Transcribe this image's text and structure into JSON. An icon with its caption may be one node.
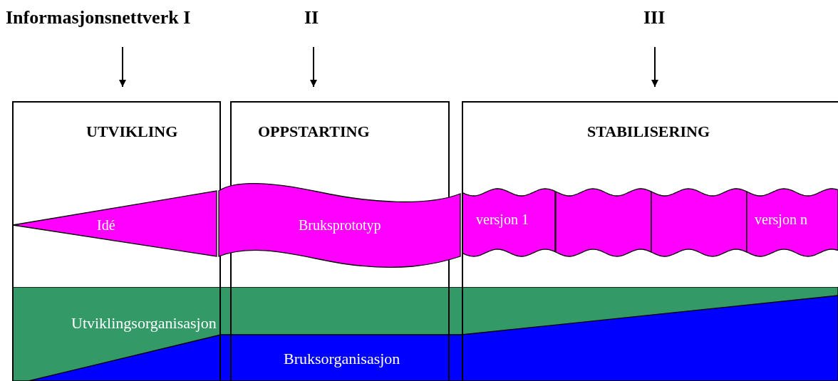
{
  "diagram": {
    "nodes": [
      {
        "text": [
          "Informasjonsnettverk I"
        ]
      },
      {
        "text": [
          "II"
        ]
      },
      {
        "text": [
          "III"
        ]
      },
      {
        "text": [
          "UTVIKLING"
        ]
      },
      {
        "text": [
          "OPPSTARTING"
        ]
      },
      {
        "text": [
          "STABILISERING"
        ]
      },
      {
        "text": [
          "Idé"
        ]
      },
      {
        "text": [
          "Bruksprototyp"
        ]
      },
      {
        "text": [
          "versjon 1"
        ]
      },
      {
        "text": [],
        "shape": "box"
      },
      {
        "text": [],
        "shape": "box"
      },
      {
        "text": [
          "versjon n"
        ]
      },
      {
        "text": [
          "Utviklingsorganisasjon"
        ]
      },
      {
        "text": [
          "Bruksorganisasjon"
        ],
        "in": 12
      }
    ],
    "edges": [
      {
        "from": 0,
        "to": 3,
        "arrow": "to"
      },
      {
        "from": 1,
        "to": 4,
        "arrow": "to"
      },
      {
        "from": 2,
        "to": 5,
        "arrow": "to"
      }
    ]
  }
}
